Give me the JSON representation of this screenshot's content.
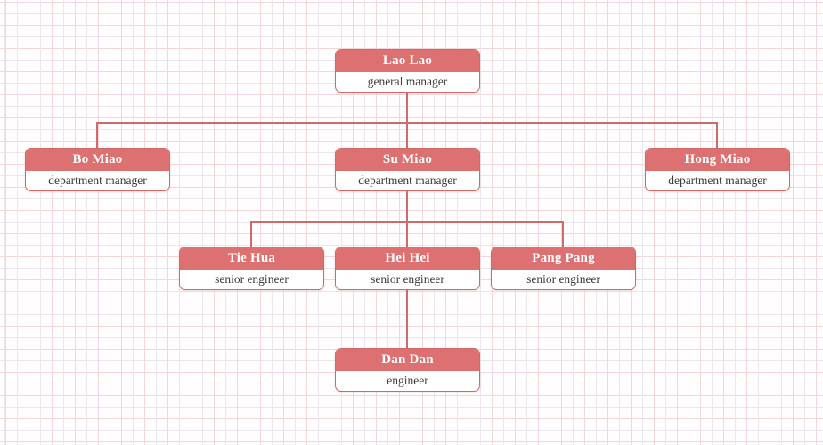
{
  "diagram": {
    "type": "org-chart",
    "nodes": [
      {
        "name": "Lao Lao",
        "title": "general manager"
      },
      {
        "name": "Bo Miao",
        "title": "department manager"
      },
      {
        "name": "Su Miao",
        "title": "department manager"
      },
      {
        "name": "Hong Miao",
        "title": "department manager"
      },
      {
        "name": "Tie Hua",
        "title": "senior engineer"
      },
      {
        "name": "Hei Hei",
        "title": "senior engineer"
      },
      {
        "name": "Pang Pang",
        "title": "senior engineer"
      },
      {
        "name": "Dan Dan",
        "title": "engineer"
      }
    ],
    "hierarchy": {
      "Lao Lao": [
        "Bo Miao",
        "Su Miao",
        "Hong Miao"
      ],
      "Su Miao": [
        "Tie Hua",
        "Hei Hei",
        "Pang Pang"
      ],
      "Hei Hei": [
        "Dan Dan"
      ]
    },
    "colors": {
      "canvas_bg": "#fffdfd",
      "grid_line_pink": "#f2d6da",
      "grid_line_gray": "#eae8ed",
      "node_header_bg": "#dd7070",
      "node_border": "#d06a6a",
      "node_body_bg": "#ffffff",
      "node_name_text": "#ffffff",
      "node_title_text": "#3b3b3b",
      "connector": "#cf6b6b"
    }
  }
}
